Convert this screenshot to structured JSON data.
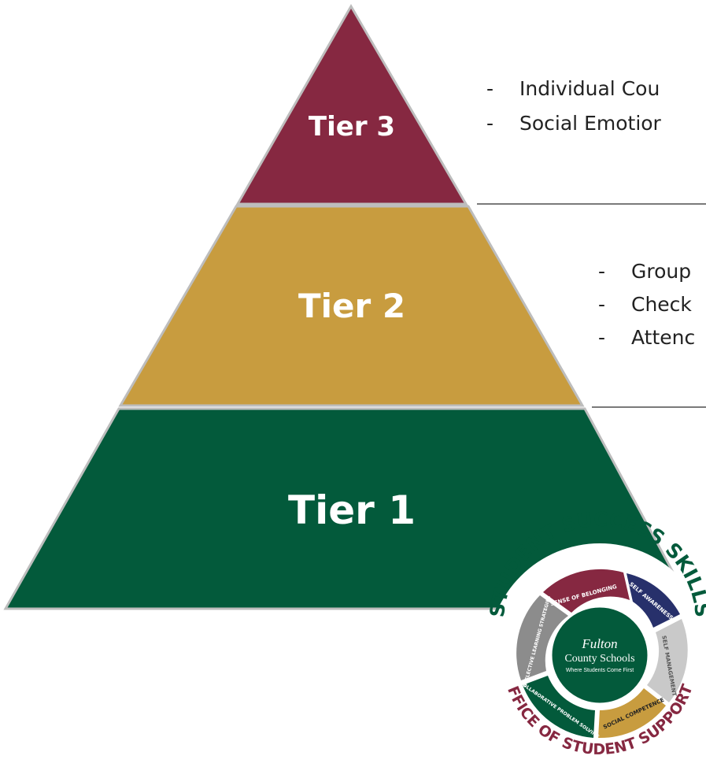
{
  "tiers": [
    {
      "label": "Tier 3",
      "color": "#862841",
      "bullets": [
        "Individual Cou",
        "Social Emotior"
      ]
    },
    {
      "label": "Tier 2",
      "color": "#c89c3f",
      "bullets": [
        "Group",
        "Check",
        "Attenc"
      ]
    },
    {
      "label": "Tier 1",
      "color": "#035a3b",
      "bullets": []
    }
  ],
  "bullet_marker": "-",
  "logo": {
    "ring_top_text": "STUDENT SUCCESS SKILLS",
    "ring_bottom_text": "OFFICE OF STUDENT SUPPORTS",
    "segments": [
      {
        "label": "SENSE OF BELONGING",
        "color": "#862841"
      },
      {
        "label": "SELF AWARENESS",
        "color": "#27306b"
      },
      {
        "label": "SELF MANAGEMENT",
        "color": "#c9c9c9"
      },
      {
        "label": "SOCIAL COMPETENCE",
        "color": "#c89c3f"
      },
      {
        "label": "COLLABORATIVE PROBLEM SOLVING",
        "color": "#035a3b"
      },
      {
        "label": "REFLECTIVE LEARNING STRATEGIES",
        "color": "#8c8c8c"
      }
    ],
    "center_title_1": "Fulton",
    "center_title_2": "County Schools",
    "center_tagline": "Where Students Come First",
    "brand_green": "#035a3b"
  }
}
